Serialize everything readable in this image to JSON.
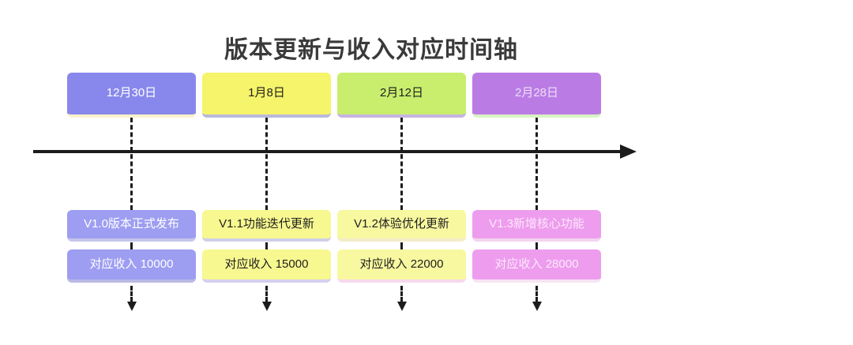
{
  "title": "版本更新与收入对应时间轴",
  "colors": {
    "background": "#ffffff",
    "title_text": "#3a3a3a",
    "axis": "#1c1c1c"
  },
  "timeline": {
    "columns": [
      {
        "date": "12月30日",
        "version": "V1.0版本正式发布",
        "revenue": "对应收入 10000",
        "date_bg": "#8888ec",
        "date_text": "#ffffff",
        "date_shadow": "#f8f2cc",
        "item_bg": "#9d9df2",
        "item_text": "#ffffff",
        "version_shadow": "#c5c5ec",
        "revenue_shadow": "#b9b9e4"
      },
      {
        "date": "1月8日",
        "version": "V1.1功能迭代更新",
        "revenue": "对应收入 15000",
        "date_bg": "#f6f46a",
        "date_text": "#1f1f1f",
        "date_shadow": "#b9b9dc",
        "item_bg": "#f8f890",
        "item_text": "#1f1f1f",
        "version_shadow": "#cfcfe8",
        "revenue_shadow": "#d5d0ee"
      },
      {
        "date": "2月12日",
        "version": "V1.2体验优化更新",
        "revenue": "对应收入 22000",
        "date_bg": "#c9ee6e",
        "date_text": "#1f1f1f",
        "date_shadow": "#c6b4e2",
        "item_bg": "#f8f8a0",
        "item_text": "#1f1f1f",
        "version_shadow": "#f5ecca",
        "revenue_shadow": "#f6d9ec"
      },
      {
        "date": "2月28日",
        "version": "V1.3新增核心功能",
        "revenue": "对应收入 28000",
        "date_bg": "#ba7ce4",
        "date_text": "#edddfa",
        "date_shadow": "#d9f2c4",
        "item_bg": "#ee9cee",
        "item_text": "#fce9fc",
        "version_shadow": "#f3d4ee",
        "revenue_shadow": "#f7e4f3"
      }
    ]
  }
}
